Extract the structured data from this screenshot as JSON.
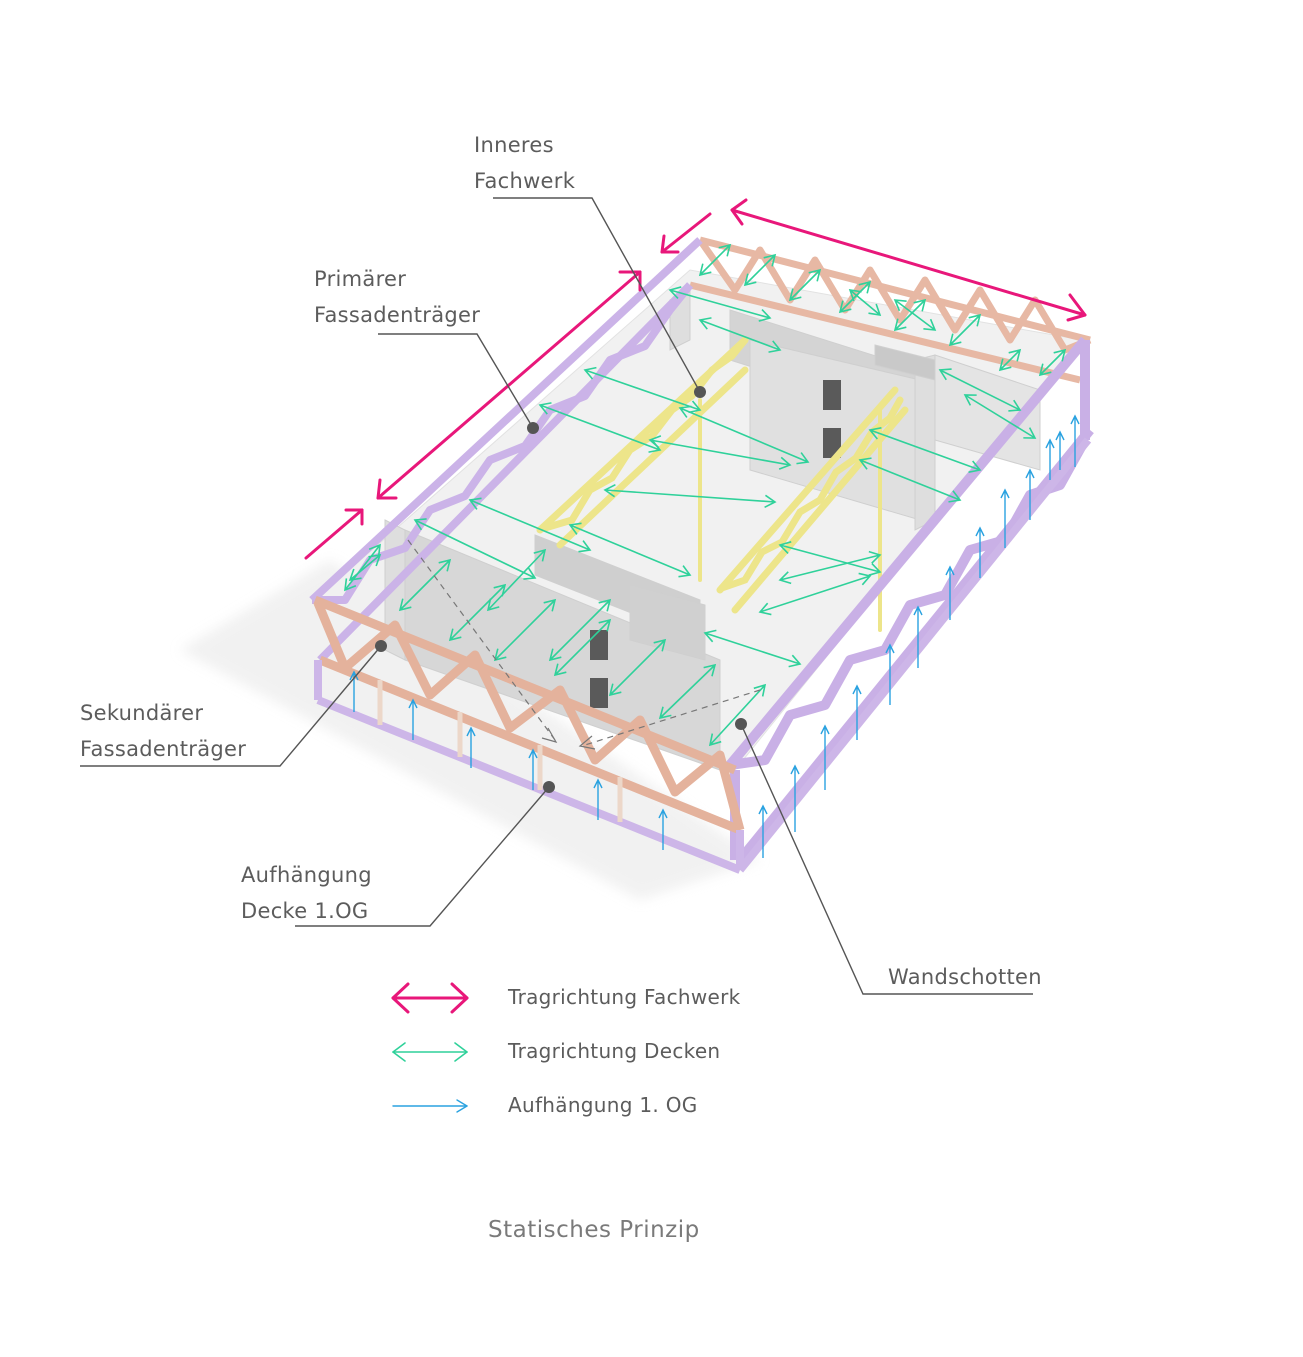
{
  "labels": {
    "inneres_fachwerk_1": "Inneres",
    "inneres_fachwerk_2": "Fachwerk",
    "primaerer_1": "Primärer",
    "primaerer_2": "Fassadenträger",
    "sekundaerer_1": "Sekundärer",
    "sekundaerer_2": "Fassadenträger",
    "aufhaengung_1": "Aufhängung",
    "aufhaengung_2": "Decke 1.OG",
    "wandschotten": "Wandschotten"
  },
  "legend": [
    {
      "text": "Tragrichtung Fachwerk",
      "color": "#e8177a"
    },
    {
      "text": "Tragrichtung Decken",
      "color": "#2fd19a"
    },
    {
      "text": "Aufhängung 1. OG",
      "color": "#2aa2e0"
    }
  ],
  "caption": "Statisches Prinzip",
  "colors": {
    "primary_truss": "#c9b2e6",
    "secondary_truss": "#e7b8a4",
    "inner_truss": "#efe89a",
    "walls": "#dcdcdc",
    "leader": "#555555"
  }
}
